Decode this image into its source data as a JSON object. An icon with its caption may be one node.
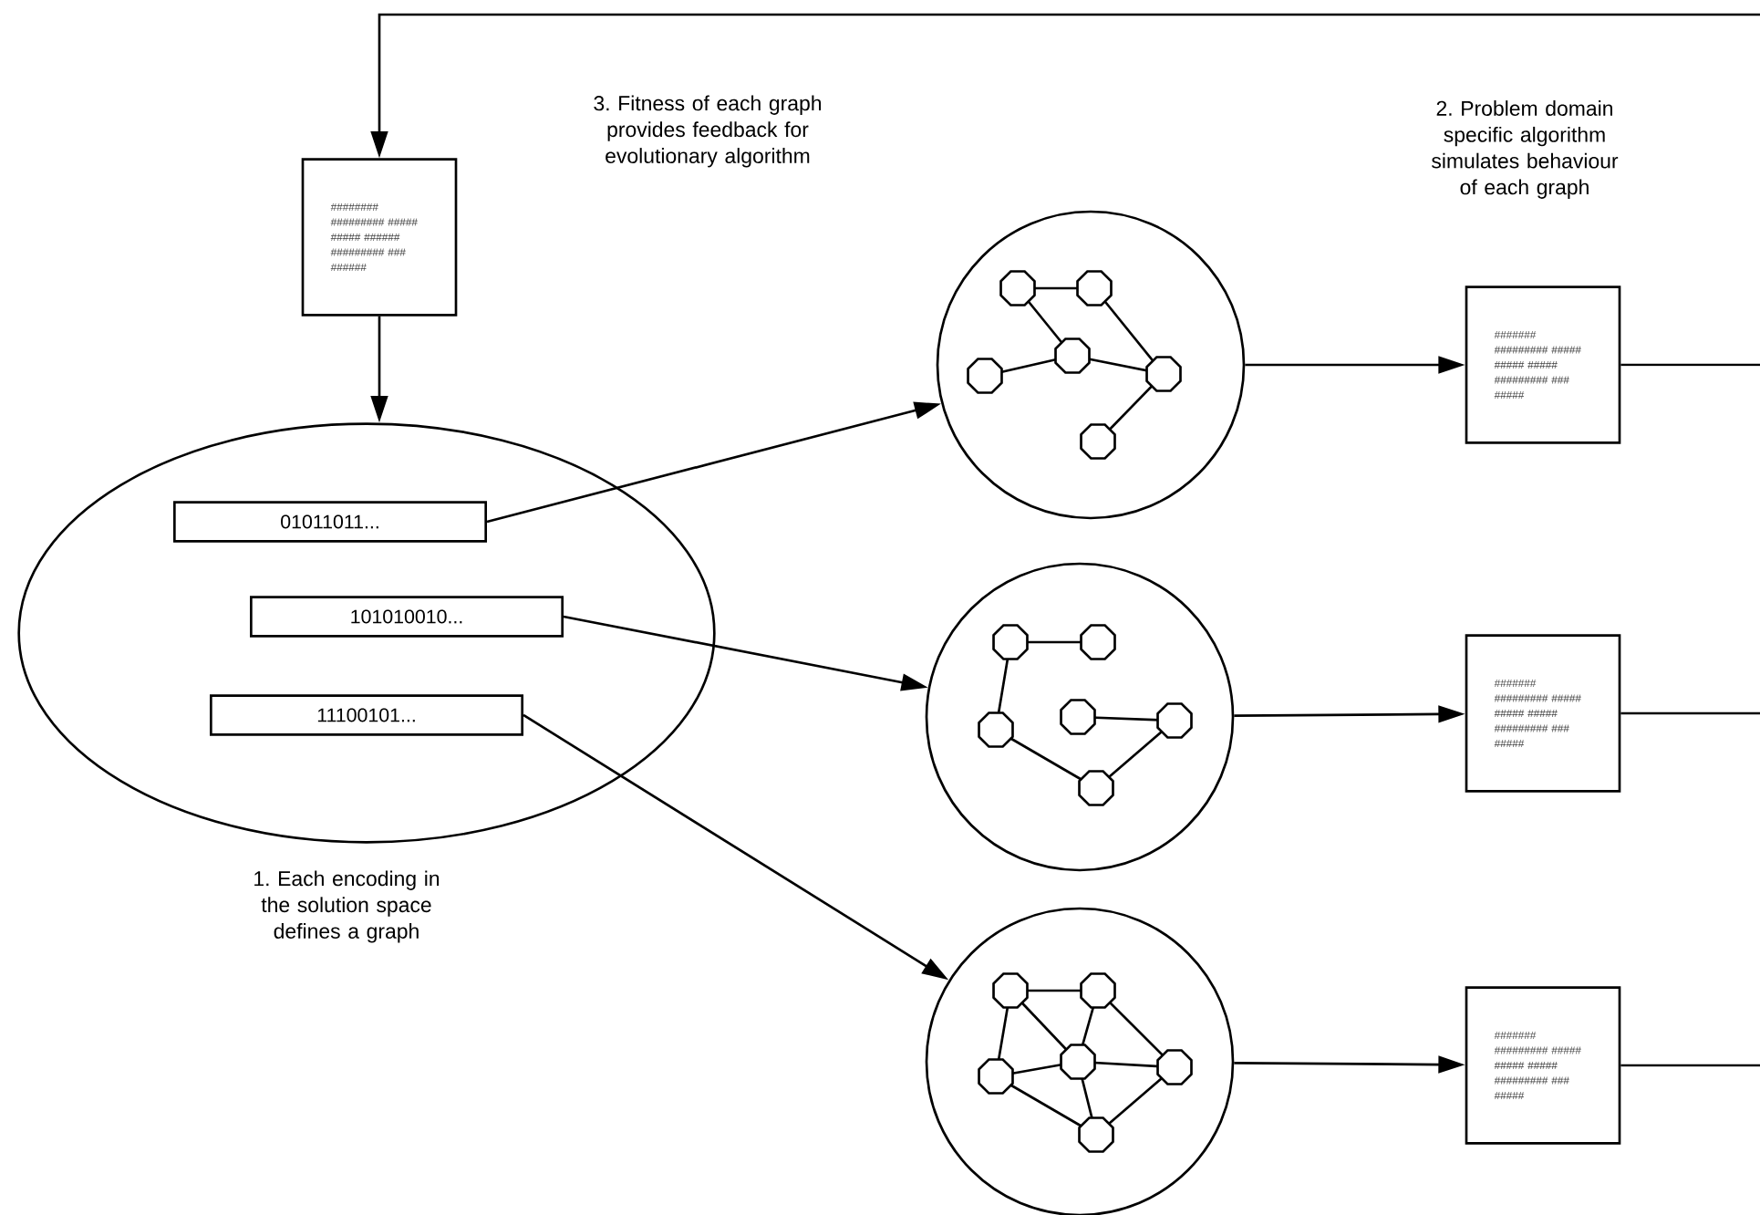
{
  "diagram": {
    "nodes": [
      {
        "text": [
          "######## ######### ##### ##### ###### ######### ### ######"
        ]
      },
      {
        "text": [],
        "shape": "circle"
      },
      {
        "text": [
          "01011011..."
        ],
        "in": 1
      },
      {
        "text": [
          "101010010..."
        ],
        "in": 1
      },
      {
        "text": [
          "11100101..."
        ],
        "in": 1
      },
      {
        "text": [],
        "shape": "circle"
      },
      {
        "text": [
          "####### ######### ##### ##### ##### ######### ### #####"
        ]
      },
      {
        "text": [],
        "shape": "circle"
      },
      {
        "text": [
          "####### ######### ##### ##### ##### ######### ### #####"
        ]
      },
      {
        "text": [],
        "shape": "circle"
      },
      {
        "text": [
          "####### ######### ##### ##### ##### ######### ### #####"
        ]
      }
    ],
    "edges": [
      {
        "from": 0,
        "to": 1,
        "arrow": "to"
      },
      {
        "from": 2,
        "to": 5,
        "arrow": "to"
      },
      {
        "from": 3,
        "to": 7,
        "arrow": "to"
      },
      {
        "from": 4,
        "to": 9,
        "arrow": "to"
      },
      {
        "from": 5,
        "to": 6,
        "arrow": "to"
      },
      {
        "from": 7,
        "to": 8,
        "arrow": "to"
      },
      {
        "from": 9,
        "to": 10,
        "arrow": "to"
      },
      {
        "from": 6,
        "to": null,
        "arrow": "none"
      },
      {
        "from": 8,
        "to": null,
        "arrow": "none"
      },
      {
        "from": 10,
        "to": null,
        "arrow": "none"
      },
      {
        "from": null,
        "to": 0,
        "arrow": "to"
      }
    ],
    "labels": [
      "3. Fitness of each graph provides feedback for evolutionary algorithm",
      "2. Problem domain specific algorithm simulates behaviour of each graph",
      "1. Each encoding in the solution space defines a graph"
    ]
  }
}
